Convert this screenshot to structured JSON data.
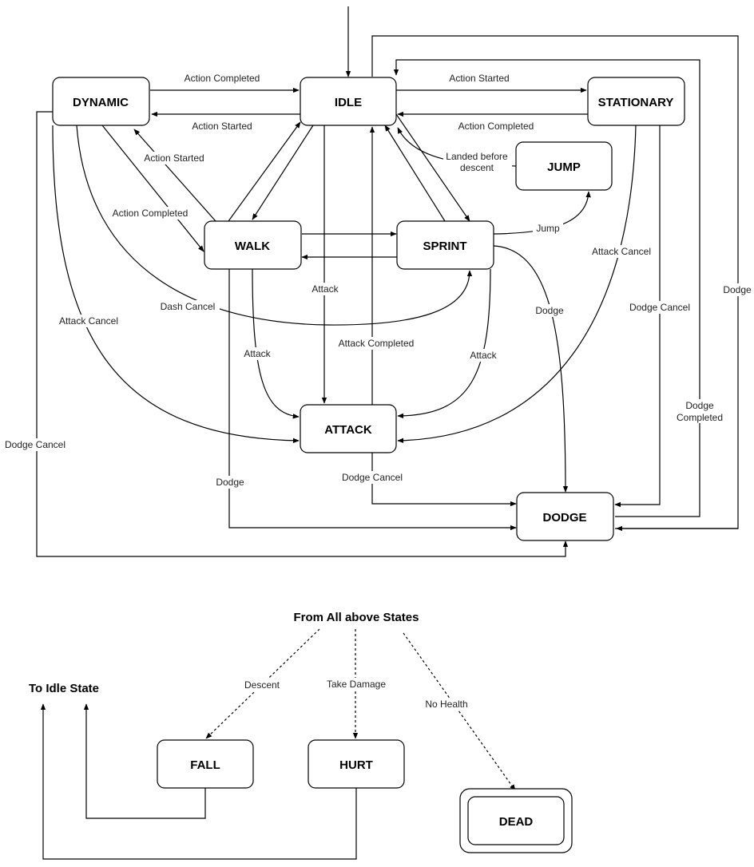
{
  "states": {
    "idle": "IDLE",
    "dynamic": "DYNAMIC",
    "stationary": "STATIONARY",
    "jump": "JUMP",
    "walk": "WALK",
    "sprint": "SPRINT",
    "attack": "ATTACK",
    "dodge": "DODGE",
    "fall": "FALL",
    "hurt": "HURT",
    "dead": "DEAD"
  },
  "labels": {
    "action_completed_dyn_idle": "Action Completed",
    "action_started_idle_dyn": "Action Started",
    "action_started_idle_stat": "Action Started",
    "action_completed_stat_idle": "Action Completed",
    "landed_before_descent_1": "Landed before",
    "landed_before_descent_2": "descent",
    "action_started_walk_dyn": "Action Started",
    "action_completed_dyn_walk": "Action Completed",
    "jump": "Jump",
    "attack_cancel_stat": "Attack Cancel",
    "dodge_right": "Dodge",
    "attack_idle": "Attack",
    "dash_cancel": "Dash Cancel",
    "attack_cancel_dyn": "Attack Cancel",
    "dodge_sprint": "Dodge",
    "dodge_cancel_stat": "Dodge Cancel",
    "attack_walk": "Attack",
    "attack_completed": "Attack Completed",
    "attack_sprint": "Attack",
    "dodge_completed_1": "Dodge",
    "dodge_completed_2": "Completed",
    "dodge_cancel_dyn": "Dodge Cancel",
    "dodge_walk": "Dodge",
    "dodge_cancel_attack": "Dodge Cancel",
    "descent": "Descent",
    "take_damage": "Take Damage",
    "no_health": "No Health"
  },
  "headings": {
    "from_all": "From All above States",
    "to_idle": "To Idle State"
  }
}
